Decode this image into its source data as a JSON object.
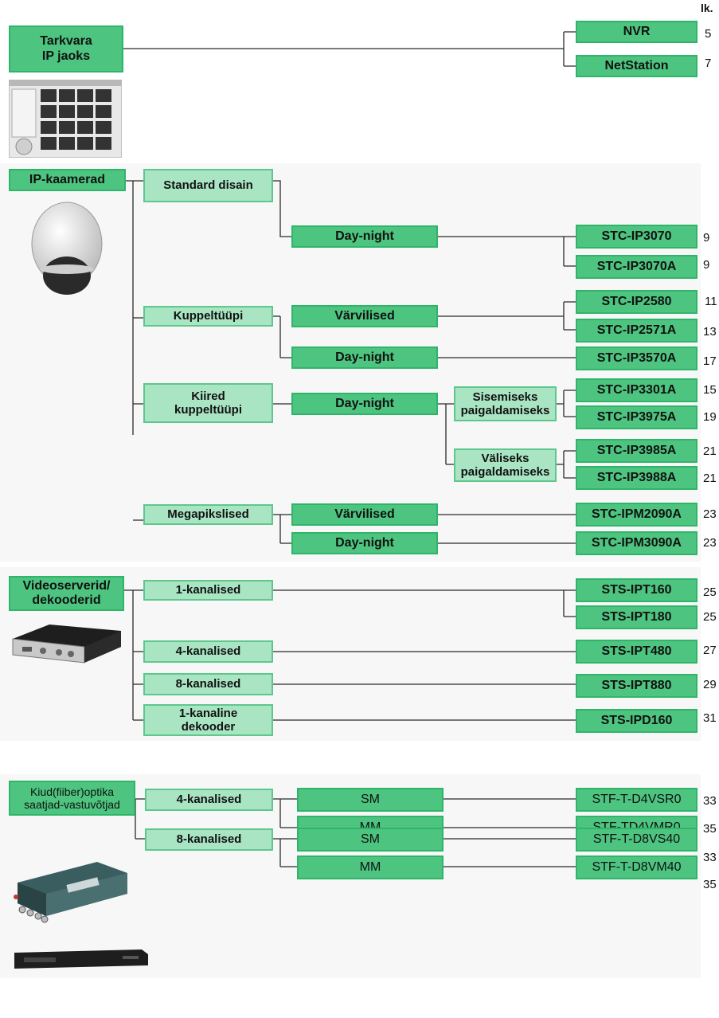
{
  "header": {
    "page_col": "lk."
  },
  "software": {
    "category": "Tarkvara\nIP jaoks",
    "products": [
      {
        "name": "NVR",
        "page": "5"
      },
      {
        "name": "NetStation",
        "page": "7"
      }
    ]
  },
  "ip_cameras": {
    "category": "IP-kaamerad",
    "standard": {
      "label": "Standard disain",
      "daynight": "Day-night",
      "products": [
        {
          "name": "STC-IP3070",
          "page": "9"
        },
        {
          "name": "STC-IP3070A",
          "page": "9"
        }
      ]
    },
    "dome": {
      "label": "Kuppeltüüpi",
      "color": "Värvilised",
      "daynight": "Day-night",
      "color_products": [
        {
          "name": "STC-IP2580",
          "page": "11"
        },
        {
          "name": "STC-IP2571A",
          "page": "13"
        }
      ],
      "daynight_products": [
        {
          "name": "STC-IP3570A",
          "page": "17"
        }
      ]
    },
    "speed_dome": {
      "label": "Kiired\nkuppeltüüpi",
      "daynight": "Day-night",
      "indoor": "Sisemiseks\npaigaldamiseks",
      "outdoor": "Väliseks\npaigaldamiseks",
      "indoor_products": [
        {
          "name": "STC-IP3301A",
          "page": "15"
        },
        {
          "name": "STC-IP3975A",
          "page": "19"
        }
      ],
      "outdoor_products": [
        {
          "name": "STC-IP3985A",
          "page": "21"
        },
        {
          "name": "STC-IP3988A",
          "page": "21"
        }
      ]
    },
    "megapixel": {
      "label": "Megapikslised",
      "color": "Värvilised",
      "daynight": "Day-night",
      "products": [
        {
          "name": "STC-IPM2090A",
          "page": "23"
        },
        {
          "name": "STC-IPM3090A",
          "page": "23"
        }
      ]
    }
  },
  "video_servers": {
    "category": "Videoserverid/\ndekooderid",
    "ch1": {
      "label": "1-kanalised",
      "products": [
        {
          "name": "STS-IPT160",
          "page": "25"
        },
        {
          "name": "STS-IPT180",
          "page": "25"
        }
      ]
    },
    "ch4": {
      "label": "4-kanalised",
      "products": [
        {
          "name": "STS-IPT480",
          "page": "27"
        }
      ]
    },
    "ch8": {
      "label": "8-kanalised",
      "products": [
        {
          "name": "STS-IPT880",
          "page": "29"
        }
      ]
    },
    "decoder": {
      "label": "1-kanaline\ndekooder",
      "products": [
        {
          "name": "STS-IPD160",
          "page": "31"
        }
      ]
    }
  },
  "fiber": {
    "category": "Kiud(fiiber)optika\nsaatjad-vastuvõtjad",
    "ch4": {
      "label": "4-kanalised",
      "sm": "SM",
      "mm": "MM",
      "products": [
        {
          "name": "STF-T-D4VSR0",
          "page": "33"
        },
        {
          "name": "STF-TD4VMR0",
          "page": "35"
        }
      ]
    },
    "ch8": {
      "label": "8-kanalised",
      "sm": "SM",
      "mm": "MM",
      "products": [
        {
          "name": "STF-T-D8VS40",
          "page": "33"
        },
        {
          "name": "STF-T-D8VM40",
          "page": "35"
        }
      ]
    }
  },
  "colors": {
    "dark_green": "#4dc47f",
    "light_green": "#a9e5c3",
    "line": "#2a2a2a"
  }
}
